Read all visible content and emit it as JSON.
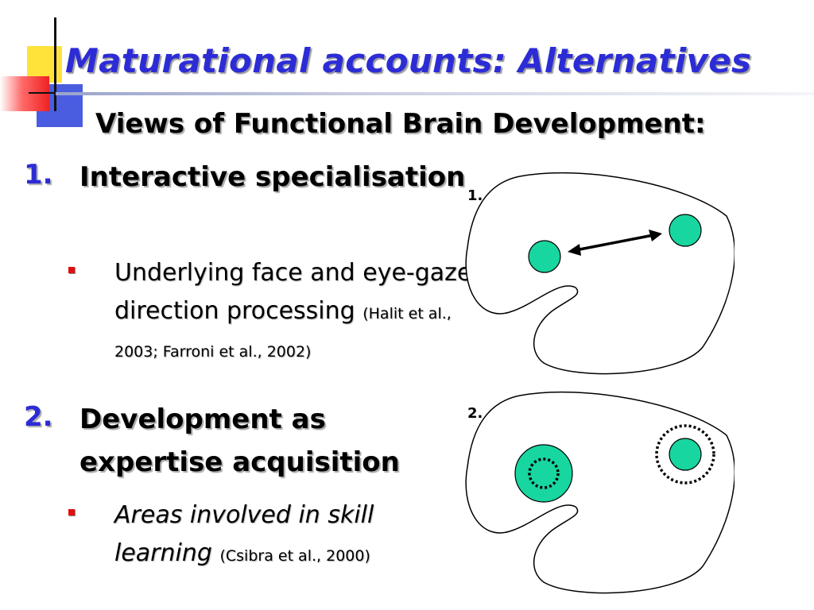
{
  "slide": {
    "title": "Maturational accounts: Alternatives",
    "subtitle": "Views of Functional Brain Development:"
  },
  "items": [
    {
      "number": "1.",
      "heading": "Interactive specialisation",
      "bullet_text": "Underlying face and eye-gaze direction processing",
      "citation": "(Halit et al., 2003; Farroni et al., 2002)"
    },
    {
      "number": "2.",
      "heading": "Development as expertise acquisition",
      "bullet_text": "Areas involved in skill learning",
      "citation": "(Csibra et al., 2000)"
    }
  ],
  "diagrams": [
    {
      "label": "1.",
      "region_color": "#18d6a0"
    },
    {
      "label": "2.",
      "region_color": "#18d6a0"
    }
  ],
  "colors": {
    "title": "#2c2cd6",
    "number": "#2c2cd6",
    "bullet": "#e01010",
    "region": "#18d6a0"
  }
}
